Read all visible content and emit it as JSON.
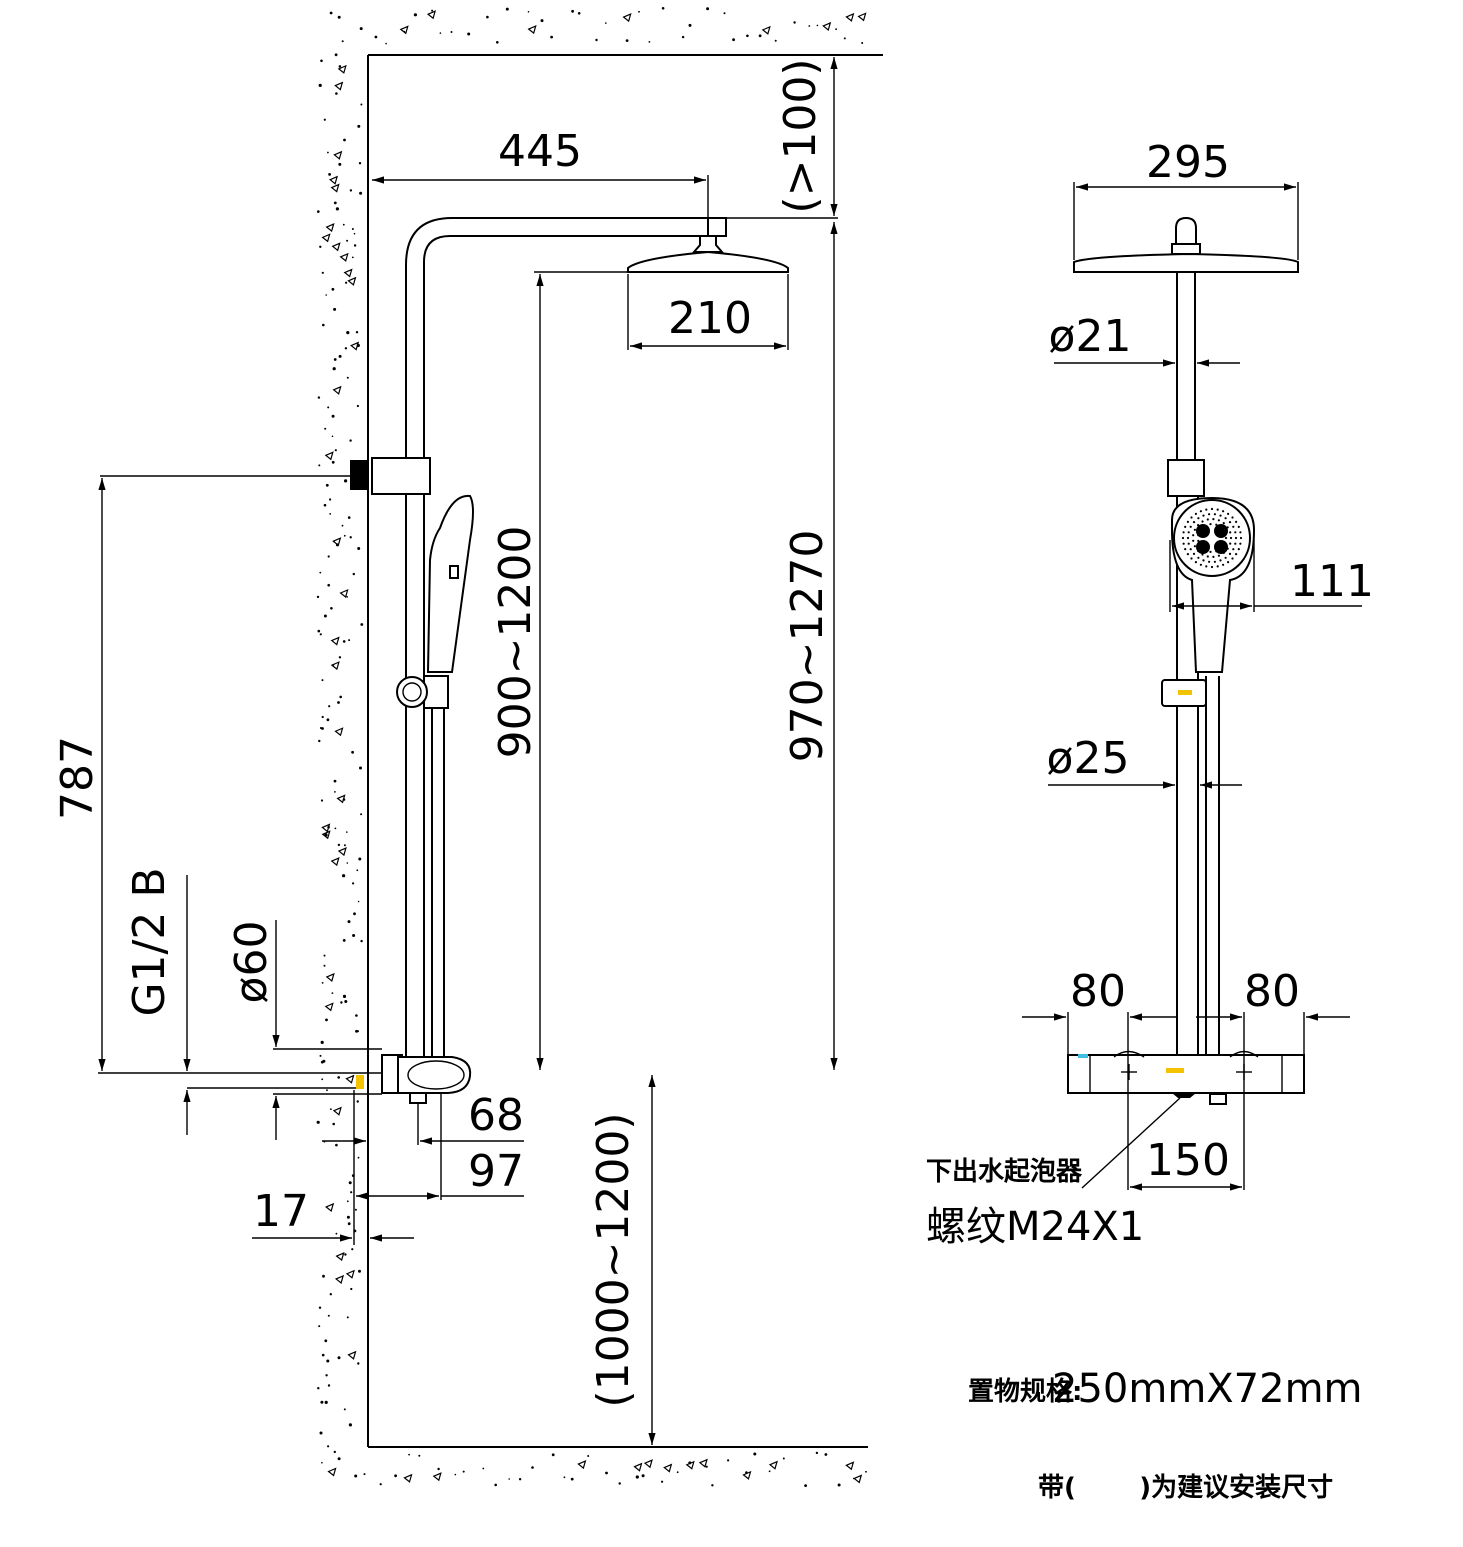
{
  "side_view": {
    "dims": {
      "arm_length": "445",
      "ceiling_clearance": "(>100)",
      "head_diameter": "210",
      "head_height_range": "900~1200",
      "total_height_range": "970~1270",
      "wall_bracket_height": "787",
      "thread": "G1/2 B",
      "valve_diameter": "ø60",
      "spout_depth_68": "68",
      "spout_depth_97": "97",
      "wall_offset": "17",
      "floor_height_range": "(1000~1200)"
    }
  },
  "front_view": {
    "dims": {
      "head_width": "295",
      "upper_pipe_diameter": "ø21",
      "hand_shower_width": "111",
      "lower_pipe_diameter": "ø25",
      "left_offset": "80",
      "right_offset": "80",
      "inlet_spacing": "150"
    },
    "aerator_label": "下出水起泡器",
    "thread_label": "螺纹M24X1"
  },
  "notes": {
    "shelf_spec_label": "置物规格:",
    "shelf_spec_value": "250mmX72mm",
    "bracket_note": "带(       )为建议安装尺寸"
  }
}
